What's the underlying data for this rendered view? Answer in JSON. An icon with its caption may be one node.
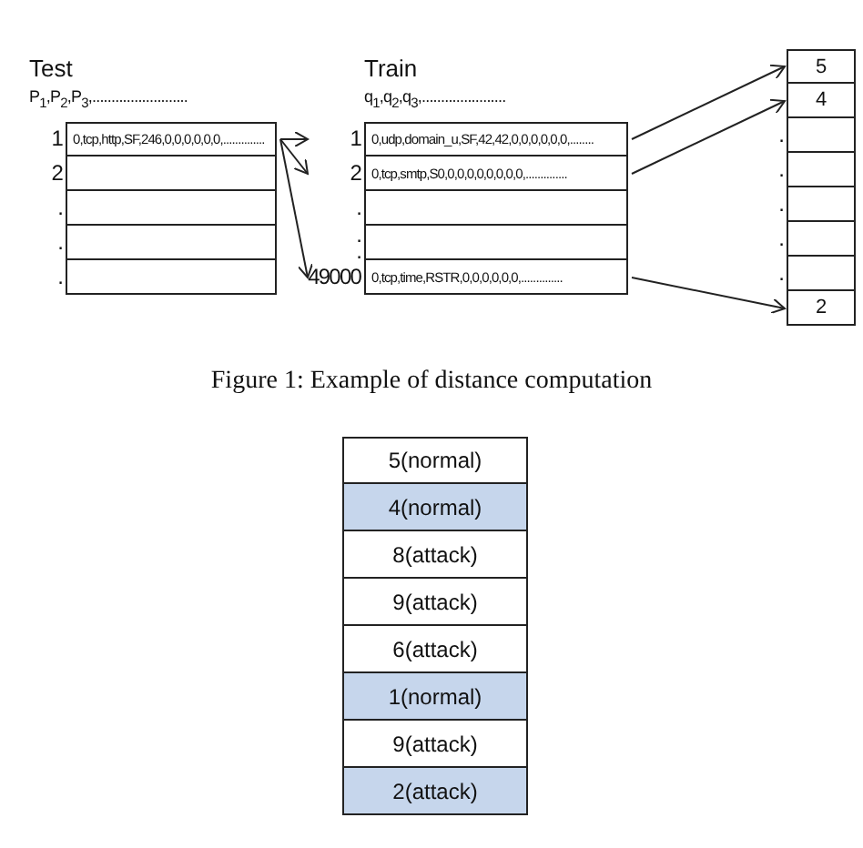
{
  "diagram": {
    "caption": "Figure 1: Example of distance computation",
    "nodes": [
      {
        "text": [
          "0,tcp,http,SF,246,0,0,0,0,0,0,.............."
        ],
        "beside": [
          "1"
        ]
      },
      {
        "text": [],
        "shape": "box",
        "beside": [
          "2"
        ]
      },
      {
        "text": [],
        "shape": "box",
        "beside": [
          "."
        ]
      },
      {
        "text": [],
        "shape": "box",
        "beside": [
          "."
        ]
      },
      {
        "text": [],
        "shape": "box",
        "beside": [
          "."
        ]
      },
      {
        "text": [
          "0,udp,domain_u,SF,42,42,0,0,0,0,0,0,........"
        ],
        "beside": [
          "1"
        ]
      },
      {
        "text": [
          "0,tcp,smtp,S0,0,0,0,0,0,0,0,0,.............."
        ],
        "beside": [
          "2"
        ]
      },
      {
        "text": [],
        "shape": "box",
        "beside": [
          "."
        ]
      },
      {
        "text": [],
        "shape": "box",
        "beside": [
          ".",
          "."
        ]
      },
      {
        "text": [
          "0,tcp,time,RSTR,0,0,0,0,0,0,.............."
        ],
        "beside": [
          "49000"
        ]
      },
      {
        "text": [
          "5"
        ]
      },
      {
        "text": [
          "4"
        ]
      },
      {
        "text": [],
        "shape": "box",
        "beside": [
          "."
        ]
      },
      {
        "text": [],
        "shape": "box",
        "beside": [
          "."
        ]
      },
      {
        "text": [],
        "shape": "box",
        "beside": [
          "."
        ]
      },
      {
        "text": [],
        "shape": "box",
        "beside": [
          "."
        ]
      },
      {
        "text": [],
        "shape": "box",
        "beside": [
          "."
        ]
      },
      {
        "text": [
          "2"
        ]
      },
      {
        "text": [
          "5(normal)"
        ]
      },
      {
        "text": [
          "4(normal)"
        ]
      },
      {
        "text": [
          "8(attack)"
        ]
      },
      {
        "text": [
          "9(attack)"
        ]
      },
      {
        "text": [
          "6(attack)"
        ]
      },
      {
        "text": [
          "1(normal)"
        ]
      },
      {
        "text": [
          "9(attack)"
        ]
      },
      {
        "text": [
          "2(attack)"
        ]
      }
    ],
    "edges": [
      {
        "from": 0,
        "to": 5,
        "arrow": "to"
      },
      {
        "from": 0,
        "to": 6,
        "arrow": "to"
      },
      {
        "from": 0,
        "to": 9,
        "arrow": "to"
      },
      {
        "from": 5,
        "to": 10,
        "arrow": "to"
      },
      {
        "from": 6,
        "to": 11,
        "arrow": "to"
      },
      {
        "from": 9,
        "to": 17,
        "arrow": "to"
      }
    ],
    "labels": [
      "Test",
      "P$_{1}$,P$_{2}$,P$_{3}$,.........................",
      "Train",
      "q$_{1}$,q$_{2}$,q$_{3}$,......................"
    ]
  }
}
